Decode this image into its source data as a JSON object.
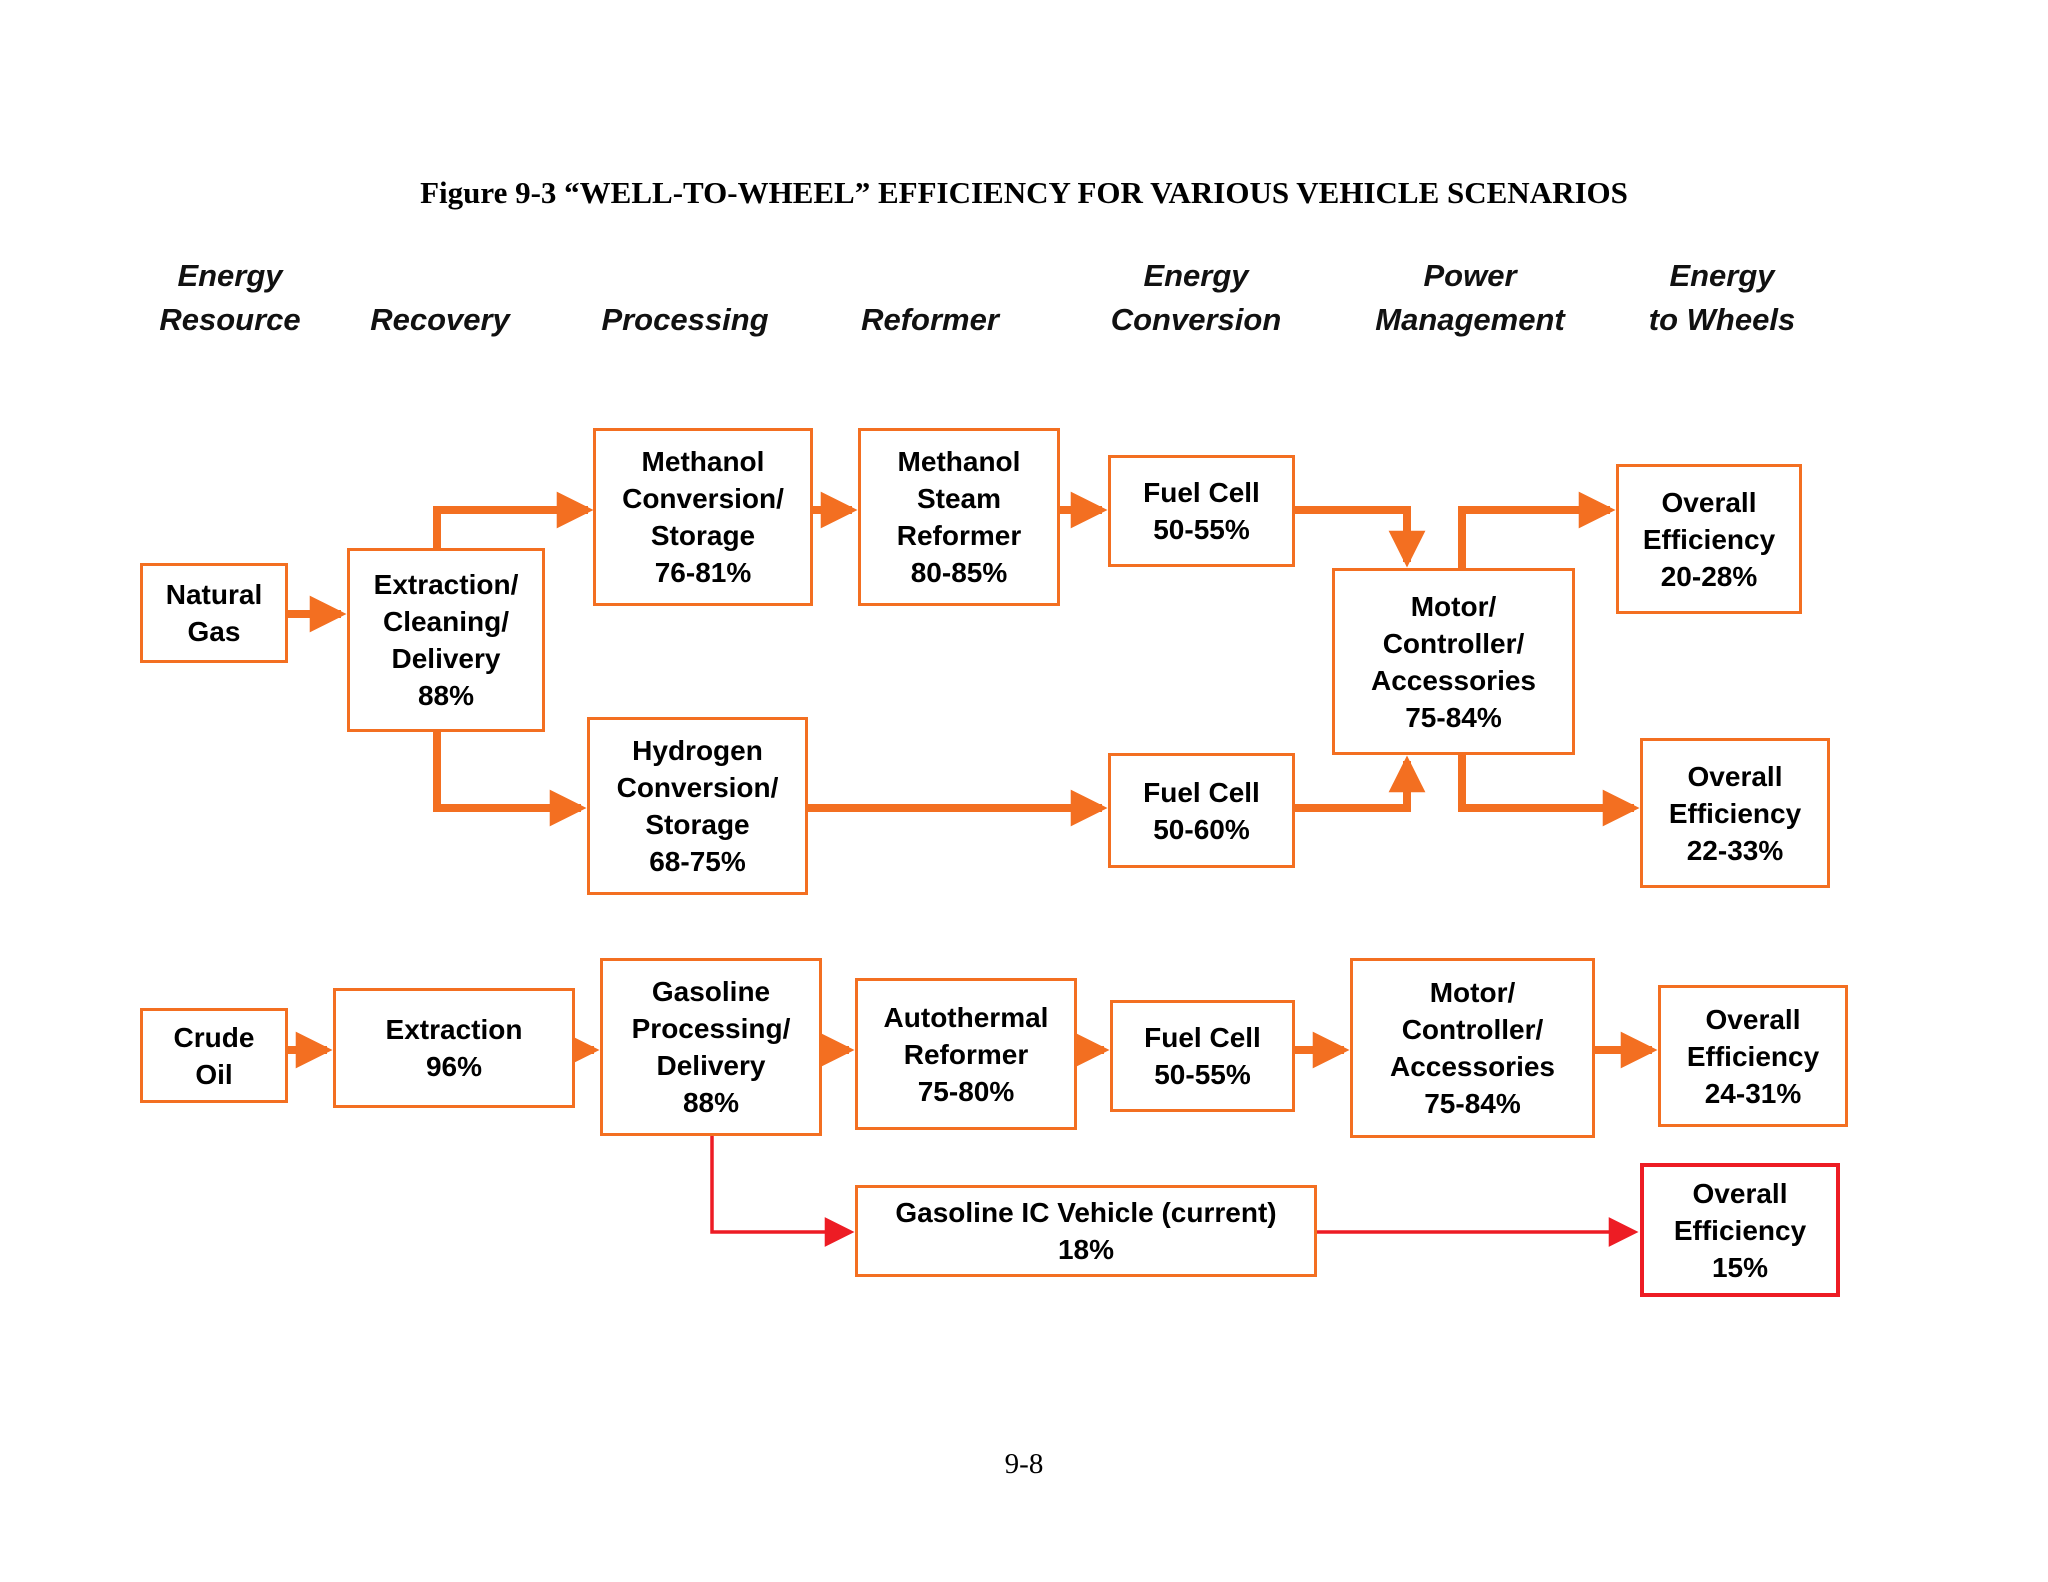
{
  "title": "Figure 9-3  “WELL-TO-WHEEL” EFFICIENCY FOR VARIOUS VEHICLE SCENARIOS",
  "page_number": "9-8",
  "colors": {
    "orange": "#F36F21",
    "red": "#ED1C24"
  },
  "column_headers": [
    {
      "id": "energy-resource",
      "label": "Energy\nResource"
    },
    {
      "id": "recovery",
      "label": "Recovery"
    },
    {
      "id": "processing",
      "label": "Processing"
    },
    {
      "id": "reformer",
      "label": "Reformer"
    },
    {
      "id": "energy-conversion",
      "label": "Energy\nConversion"
    },
    {
      "id": "power-management",
      "label": "Power\nManagement"
    },
    {
      "id": "energy-to-wheels",
      "label": "Energy\nto Wheels"
    }
  ],
  "nodes": {
    "natural_gas": {
      "label": "Natural\nGas"
    },
    "extraction_ng": {
      "label": "Extraction/\nCleaning/\nDelivery\n88%"
    },
    "methanol_conversion": {
      "label": "Methanol\nConversion/\nStorage\n76-81%"
    },
    "methanol_reformer": {
      "label": "Methanol\nSteam\nReformer\n80-85%"
    },
    "fuel_cell_methanol": {
      "label": "Fuel Cell\n50-55%"
    },
    "motor_ng": {
      "label": "Motor/\nController/\nAccessories\n75-84%"
    },
    "overall_methanol": {
      "label": "Overall\nEfficiency\n20-28%"
    },
    "hydrogen_conversion": {
      "label": "Hydrogen\nConversion/\nStorage\n68-75%"
    },
    "fuel_cell_hydrogen": {
      "label": "Fuel Cell\n50-60%"
    },
    "overall_hydrogen": {
      "label": "Overall\nEfficiency\n22-33%"
    },
    "crude_oil": {
      "label": "Crude\nOil"
    },
    "extraction_oil": {
      "label": "Extraction\n96%"
    },
    "gasoline_processing": {
      "label": "Gasoline\nProcessing/\nDelivery\n88%"
    },
    "autothermal_reformer": {
      "label": "Autothermal\nReformer\n75-80%"
    },
    "fuel_cell_gasoline": {
      "label": "Fuel Cell\n50-55%"
    },
    "motor_oil": {
      "label": "Motor/\nController/\nAccessories\n75-84%"
    },
    "overall_gasoline_fc": {
      "label": "Overall\nEfficiency\n24-31%"
    },
    "gasoline_ic_vehicle": {
      "label": "Gasoline IC Vehicle (current)\n18%"
    },
    "overall_ic": {
      "label": "Overall\nEfficiency\n15%"
    }
  }
}
